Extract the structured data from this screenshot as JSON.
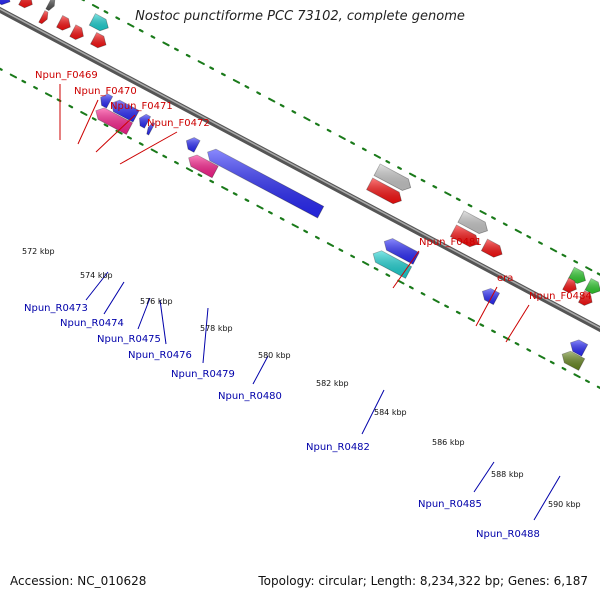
{
  "title": "Nostoc punctiforme PCC 73102, complete genome",
  "footer": {
    "accession": "Accession: NC_010628",
    "summary": "Topology: circular; Length: 8,234,322 bp; Genes: 6,187"
  },
  "colors": {
    "forward_label": "#cc0000",
    "reverse_label": "#0000aa",
    "backbone": "#888888",
    "tick": "#1a7a1a"
  },
  "scale_labels": [
    {
      "text": "572 kbp",
      "kbp": 572
    },
    {
      "text": "574 kbp",
      "kbp": 574
    },
    {
      "text": "576 kbp",
      "kbp": 576
    },
    {
      "text": "578 kbp",
      "kbp": 578
    },
    {
      "text": "580 kbp",
      "kbp": 580
    },
    {
      "text": "582 kbp",
      "kbp": 582
    },
    {
      "text": "584 kbp",
      "kbp": 584
    },
    {
      "text": "586 kbp",
      "kbp": 586
    },
    {
      "text": "588 kbp",
      "kbp": 588
    },
    {
      "text": "590 kbp",
      "kbp": 590
    }
  ],
  "forward_labels": [
    "Npun_F0469",
    "Npun_F0470",
    "Npun_F0471",
    "Npun_F0472",
    "Npun_F0481",
    "era",
    "Npun_F0484"
  ],
  "reverse_labels": [
    "Npun_R0473",
    "Npun_R0474",
    "Npun_R0475",
    "Npun_R0476",
    "Npun_R0479",
    "Npun_R0480",
    "Npun_R0482",
    "Npun_R0485",
    "Npun_R0488"
  ]
}
